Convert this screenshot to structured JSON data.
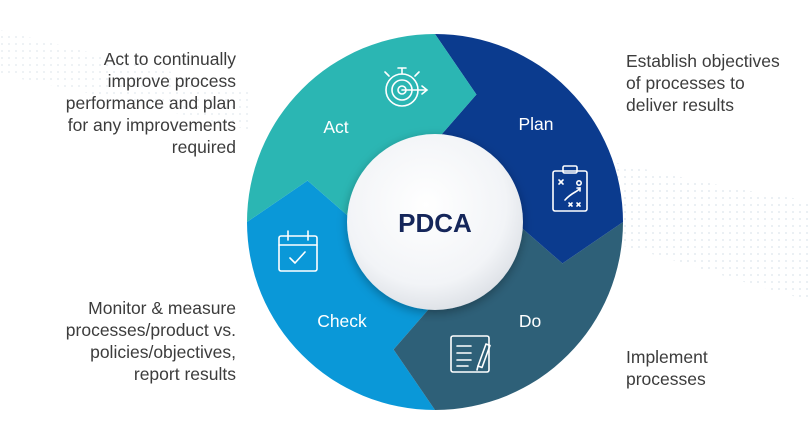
{
  "center": {
    "label": "PDCA"
  },
  "segments": {
    "act": {
      "label": "Act",
      "color": "#2bb6b3",
      "icon": "stopwatch-target-icon"
    },
    "plan": {
      "label": "Plan",
      "color": "#0b3b8e",
      "icon": "clipboard-strategy-icon"
    },
    "do": {
      "label": "Do",
      "color": "#2e6078",
      "icon": "document-pen-icon"
    },
    "check": {
      "label": "Check",
      "color": "#0a98d8",
      "icon": "calendar-check-icon"
    }
  },
  "descriptions": {
    "act": "Act to continually\nimprove process\nperformance and plan\nfor any improvements\nrequired",
    "plan": "Establish objectives\nof processes to\ndeliver results",
    "check": "Monitor & measure\nprocesses/product vs.\npolicies/objectives,\nreport results",
    "do": "Implement\nprocesses"
  }
}
